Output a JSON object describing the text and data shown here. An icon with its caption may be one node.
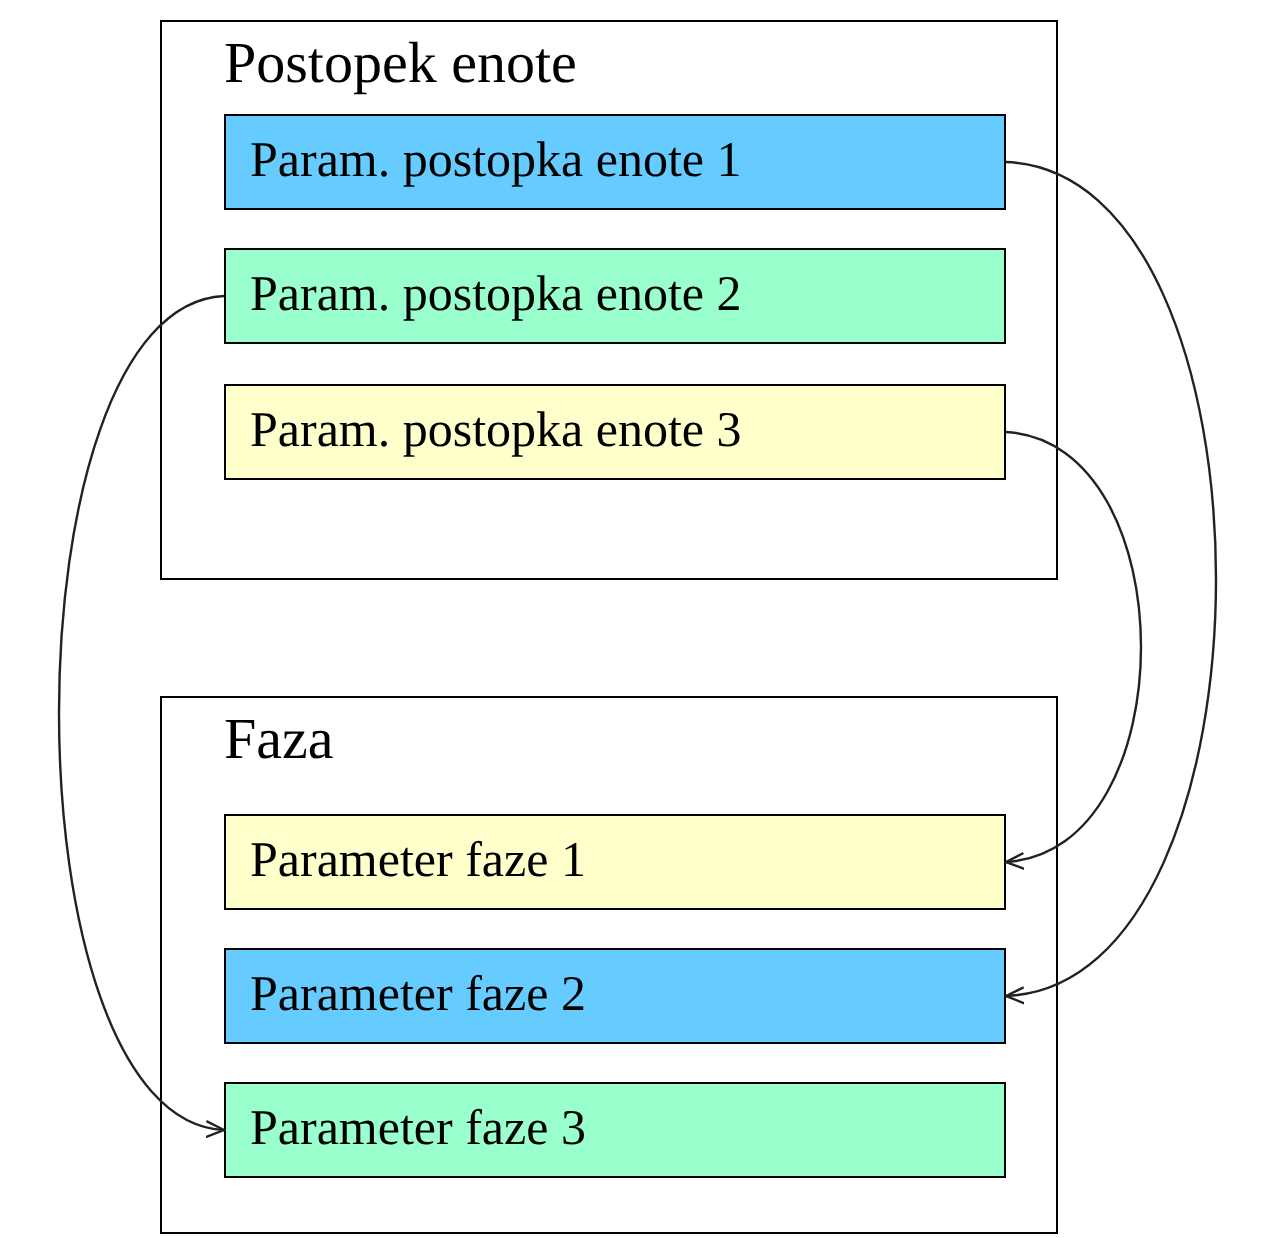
{
  "diagram": {
    "nodes": [
      {
        "text": [
          "Postopek enote"
        ]
      },
      {
        "text": [
          "Param. postopka enote 1"
        ],
        "in": 0
      },
      {
        "text": [
          "Param. postopka enote 2"
        ],
        "in": 0
      },
      {
        "text": [
          "Param. postopka enote 3"
        ],
        "in": 0
      },
      {
        "text": [
          "Faza"
        ]
      },
      {
        "text": [
          "Parameter faze 1"
        ],
        "in": 4
      },
      {
        "text": [
          "Parameter faze 2"
        ],
        "in": 4
      },
      {
        "text": [
          "Parameter faze 3"
        ],
        "in": 4
      }
    ],
    "edges": [
      {
        "from": 1,
        "to": 6,
        "arrow": "to"
      },
      {
        "from": 2,
        "to": 7,
        "arrow": "to"
      },
      {
        "from": 3,
        "to": 5,
        "arrow": "to"
      }
    ]
  }
}
